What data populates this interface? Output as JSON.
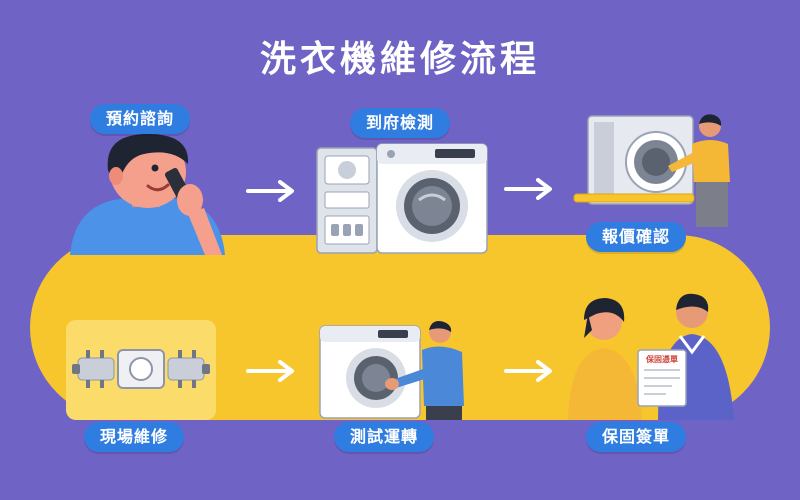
{
  "title": "洗衣機維修流程",
  "steps": [
    {
      "label": "預約諮詢",
      "icon": "phone-call-icon"
    },
    {
      "label": "到府檢測",
      "icon": "washing-machine-inspection-icon"
    },
    {
      "label": "報價確認",
      "icon": "technician-quote-icon"
    },
    {
      "label": "現場維修",
      "icon": "repair-parts-icon"
    },
    {
      "label": "測試運轉",
      "icon": "test-run-icon"
    },
    {
      "label": "保固簽單",
      "icon": "warranty-handover-icon"
    }
  ],
  "warranty_card_text": "保固憑單",
  "colors": {
    "background": "#6f63c6",
    "loop_band": "#f7c62d",
    "label_pill": "#2f7de1",
    "arrow": "#ffffff"
  }
}
